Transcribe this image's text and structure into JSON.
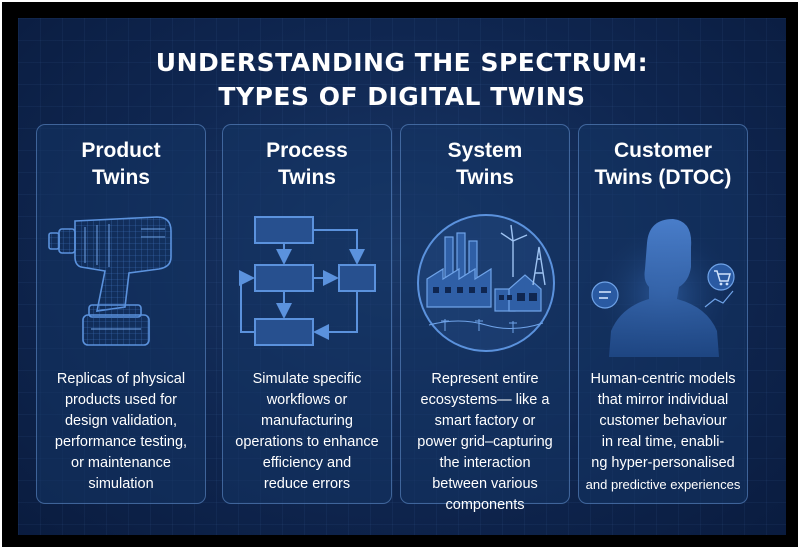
{
  "title": {
    "line1": "UNDERSTANDING THE SPECTRUM:",
    "line2": "TYPES OF DIGITAL TWINS"
  },
  "cards": [
    {
      "title_lines": [
        "Product",
        "Twins"
      ],
      "icon": "power-drill-icon",
      "desc_lines": [
        "Replicas of physical",
        "products used for",
        "design validation,",
        "performance testing,",
        "or maintenance",
        "simulation"
      ]
    },
    {
      "title_lines": [
        "Process",
        "Twins"
      ],
      "icon": "flowchart-icon",
      "desc_lines": [
        "Simulate specific",
        "workflows or",
        "manufacturing",
        "operations to enhance",
        "efficiency and",
        "reduce errors"
      ]
    },
    {
      "title_lines": [
        "System",
        "Twins"
      ],
      "icon": "factory-ecosystem-icon",
      "desc_lines": [
        "Represent entire",
        "ecosystems— like a",
        "smart factory or",
        "power grid–capturing",
        "the interaction",
        "between various",
        "components"
      ]
    },
    {
      "title_lines": [
        "Customer",
        "Twins (DTOC)"
      ],
      "icon": "person-profile-icon",
      "desc_lines": [
        "Human-centric models",
        "that mirror individual",
        "customer behaviour",
        "in real time, enabli-",
        "ng hyper-personalised",
        "and predictive experiences"
      ]
    }
  ],
  "colors": {
    "background": "#0f2650",
    "card_border": "#78aaeb",
    "line_art": "#4f86d6",
    "text": "#ffffff"
  }
}
